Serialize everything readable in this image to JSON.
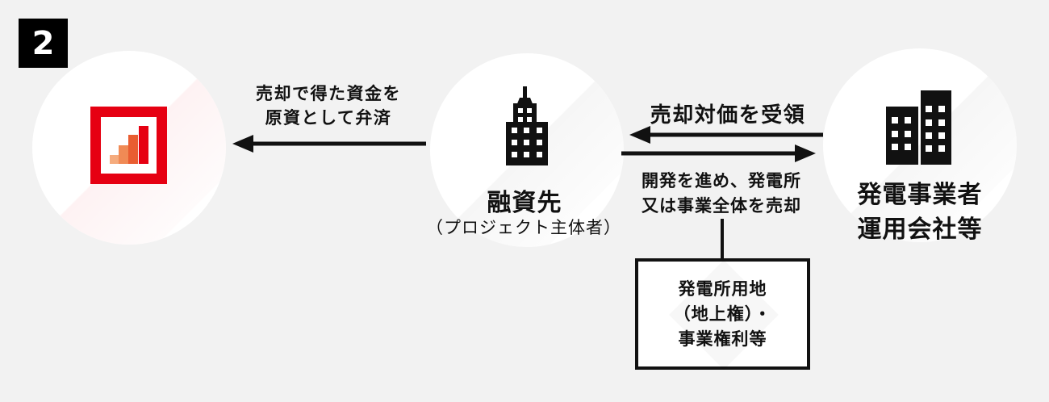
{
  "step_badge": "2",
  "colors": {
    "background": "#f2f2f2",
    "text": "#111111",
    "arrow": "#111111",
    "node_circle": "#ffffff",
    "logo_frame_red": "#e60012",
    "logo_bar_1": "#f5ab7d",
    "logo_bar_2": "#f08a55",
    "logo_bar_3": "#e95d31",
    "logo_bar_4": "#e60012",
    "icon_black": "#111111"
  },
  "nodes": {
    "lender": {
      "icon": "bar-chart-logo-icon"
    },
    "borrower": {
      "icon": "office-building-icon",
      "label": "融資先",
      "sublabel": "（プロジェクト主体者）"
    },
    "operator": {
      "icon": "two-buildings-icon",
      "label_line1": "発電事業者",
      "label_line2": "運用会社等"
    }
  },
  "arrows": [
    {
      "id": "repayment",
      "direction": "left",
      "from": "borrower",
      "to": "lender",
      "label_line1": "売却で得た資金を",
      "label_line2": "原資として弁済"
    },
    {
      "id": "consideration",
      "direction": "left",
      "from": "operator",
      "to": "borrower",
      "label": "売却対価を受領"
    },
    {
      "id": "development",
      "direction": "right",
      "from": "borrower",
      "to": "operator",
      "label_line1": "開発を進め、発電所",
      "label_line2": "又は事業全体を売却"
    }
  ],
  "asset_box": {
    "line1": "発電所用地",
    "line2": "（地上権）・",
    "line3": "事業権利等"
  }
}
